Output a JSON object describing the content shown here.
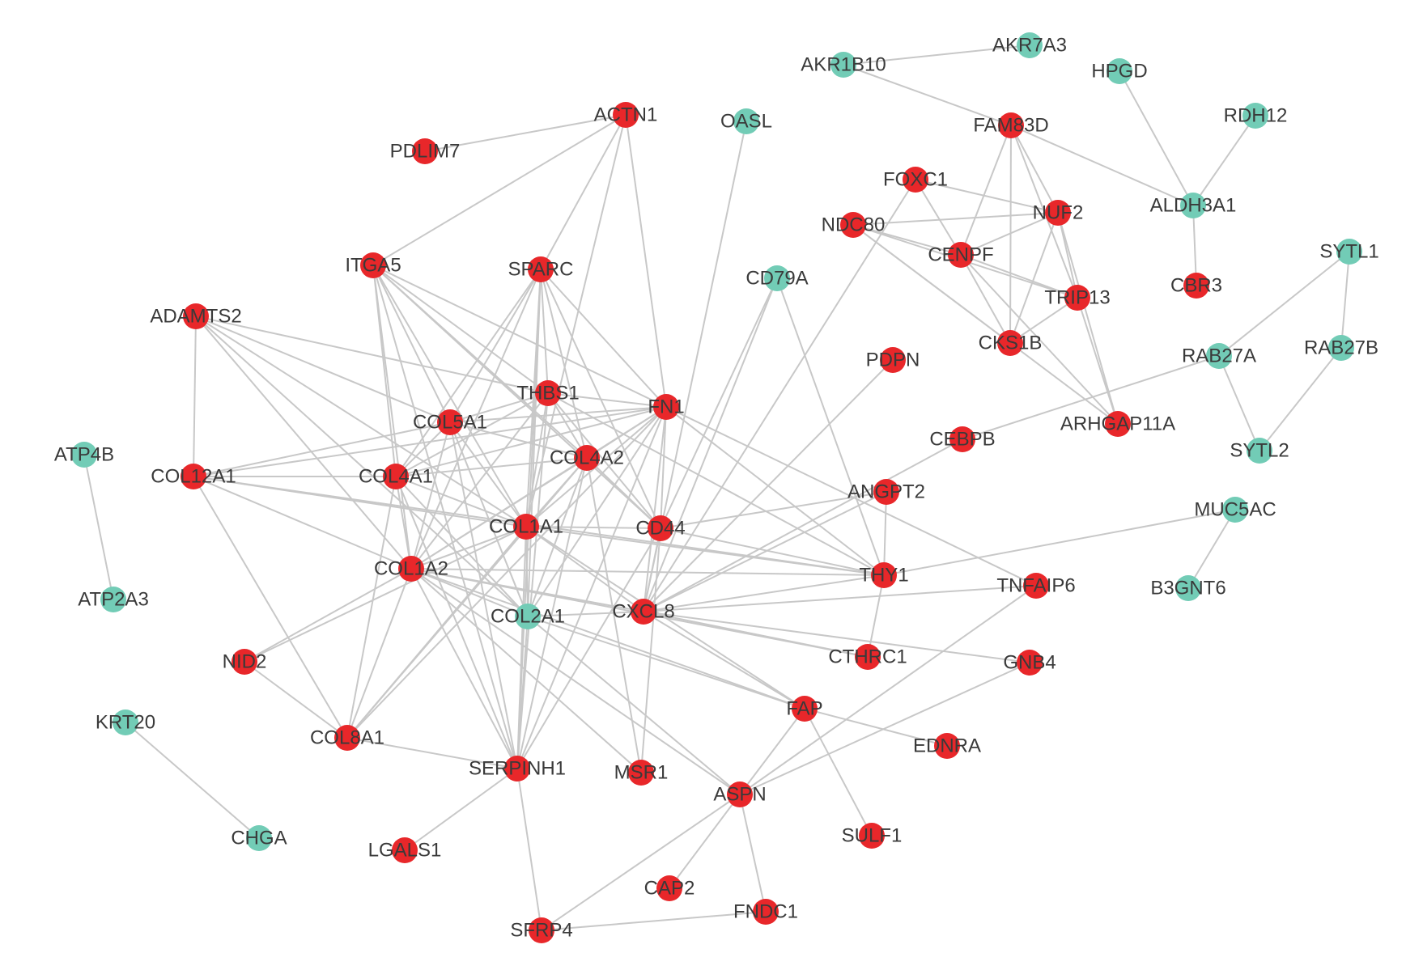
{
  "colors": {
    "up": "#e8272a",
    "down": "#72ccb6",
    "edge": "#c8c8c8",
    "label": "#3a3a3a"
  },
  "nodes": [
    {
      "id": "AKR1B10",
      "group": "down"
    },
    {
      "id": "AKR7A3",
      "group": "down"
    },
    {
      "id": "HPGD",
      "group": "down"
    },
    {
      "id": "RDH12",
      "group": "down"
    },
    {
      "id": "OASL",
      "group": "down"
    },
    {
      "id": "ALDH3A1",
      "group": "down"
    },
    {
      "id": "SYTL1",
      "group": "down"
    },
    {
      "id": "CD79A",
      "group": "down"
    },
    {
      "id": "RAB27A",
      "group": "down"
    },
    {
      "id": "RAB27B",
      "group": "down"
    },
    {
      "id": "SYTL2",
      "group": "down"
    },
    {
      "id": "ATP4B",
      "group": "down"
    },
    {
      "id": "ATP2A3",
      "group": "down"
    },
    {
      "id": "MUC5AC",
      "group": "down"
    },
    {
      "id": "B3GNT6",
      "group": "down"
    },
    {
      "id": "COL2A1",
      "group": "down"
    },
    {
      "id": "KRT20",
      "group": "down"
    },
    {
      "id": "CHGA",
      "group": "down"
    },
    {
      "id": "ACTN1",
      "group": "up"
    },
    {
      "id": "PDLIM7",
      "group": "up"
    },
    {
      "id": "FAM83D",
      "group": "up"
    },
    {
      "id": "FOXC1",
      "group": "up"
    },
    {
      "id": "NUF2",
      "group": "up"
    },
    {
      "id": "NDC80",
      "group": "up"
    },
    {
      "id": "CENPF",
      "group": "up"
    },
    {
      "id": "TRIP13",
      "group": "up"
    },
    {
      "id": "CBR3",
      "group": "up"
    },
    {
      "id": "ITGA5",
      "group": "up"
    },
    {
      "id": "SPARC",
      "group": "up"
    },
    {
      "id": "ADAMTS2",
      "group": "up"
    },
    {
      "id": "CKS1B",
      "group": "up"
    },
    {
      "id": "PDPN",
      "group": "up"
    },
    {
      "id": "THBS1",
      "group": "up"
    },
    {
      "id": "FN1",
      "group": "up"
    },
    {
      "id": "ARHGAP11A",
      "group": "up"
    },
    {
      "id": "COL5A1",
      "group": "up"
    },
    {
      "id": "CEBPB",
      "group": "up"
    },
    {
      "id": "COL12A1",
      "group": "up"
    },
    {
      "id": "COL4A1",
      "group": "up"
    },
    {
      "id": "COL4A2",
      "group": "up"
    },
    {
      "id": "ANGPT2",
      "group": "up"
    },
    {
      "id": "COL1A1",
      "group": "up"
    },
    {
      "id": "CD44",
      "group": "up"
    },
    {
      "id": "COL1A2",
      "group": "up"
    },
    {
      "id": "THY1",
      "group": "up"
    },
    {
      "id": "TNFAIP6",
      "group": "up"
    },
    {
      "id": "CXCL8",
      "group": "up"
    },
    {
      "id": "NID2",
      "group": "up"
    },
    {
      "id": "CTHRC1",
      "group": "up"
    },
    {
      "id": "GNB4",
      "group": "up"
    },
    {
      "id": "FAP",
      "group": "up"
    },
    {
      "id": "COL8A1",
      "group": "up"
    },
    {
      "id": "EDNRA",
      "group": "up"
    },
    {
      "id": "SERPINH1",
      "group": "up"
    },
    {
      "id": "MSR1",
      "group": "up"
    },
    {
      "id": "ASPN",
      "group": "up"
    },
    {
      "id": "SULF1",
      "group": "up"
    },
    {
      "id": "LGALS1",
      "group": "up"
    },
    {
      "id": "CAP2",
      "group": "up"
    },
    {
      "id": "FNDC1",
      "group": "up"
    },
    {
      "id": "SFRP4",
      "group": "up"
    }
  ],
  "edges": [
    [
      "AKR1B10",
      "AKR7A3"
    ],
    [
      "AKR1B10",
      "FAM83D"
    ],
    [
      "HPGD",
      "ALDH3A1"
    ],
    [
      "RDH12",
      "ALDH3A1"
    ],
    [
      "ALDH3A1",
      "CBR3"
    ],
    [
      "ALDH3A1",
      "FAM83D"
    ],
    [
      "SYTL1",
      "RAB27B"
    ],
    [
      "SYTL1",
      "RAB27A"
    ],
    [
      "RAB27A",
      "SYTL2"
    ],
    [
      "RAB27B",
      "SYTL2"
    ],
    [
      "RAB27A",
      "CEBPB"
    ],
    [
      "ATP4B",
      "ATP2A3"
    ],
    [
      "MUC5AC",
      "B3GNT6"
    ],
    [
      "MUC5AC",
      "THY1"
    ],
    [
      "KRT20",
      "CHGA"
    ],
    [
      "ACTN1",
      "PDLIM7"
    ],
    [
      "ACTN1",
      "ITGA5"
    ],
    [
      "ACTN1",
      "SPARC"
    ],
    [
      "ACTN1",
      "FN1"
    ],
    [
      "ACTN1",
      "COL1A1"
    ],
    [
      "OASL",
      "CXCL8"
    ],
    [
      "CD79A",
      "CXCL8"
    ],
    [
      "CD79A",
      "THY1"
    ],
    [
      "CD79A",
      "CD44"
    ],
    [
      "FAM83D",
      "NUF2"
    ],
    [
      "FAM83D",
      "CENPF"
    ],
    [
      "FAM83D",
      "TRIP13"
    ],
    [
      "FAM83D",
      "CKS1B"
    ],
    [
      "FOXC1",
      "NUF2"
    ],
    [
      "FOXC1",
      "CENPF"
    ],
    [
      "FOXC1",
      "CXCL8"
    ],
    [
      "NDC80",
      "NUF2"
    ],
    [
      "NDC80",
      "CENPF"
    ],
    [
      "NDC80",
      "TRIP13"
    ],
    [
      "NDC80",
      "CKS1B"
    ],
    [
      "NDC80",
      "ARHGAP11A"
    ],
    [
      "NUF2",
      "CENPF"
    ],
    [
      "NUF2",
      "TRIP13"
    ],
    [
      "NUF2",
      "CKS1B"
    ],
    [
      "NUF2",
      "ARHGAP11A"
    ],
    [
      "CENPF",
      "TRIP13"
    ],
    [
      "CENPF",
      "CKS1B"
    ],
    [
      "CENPF",
      "ARHGAP11A"
    ],
    [
      "TRIP13",
      "CKS1B"
    ],
    [
      "TRIP13",
      "ARHGAP11A"
    ],
    [
      "PDPN",
      "CXCL8"
    ],
    [
      "CEBPB",
      "CXCL8"
    ],
    [
      "ITGA5",
      "FN1"
    ],
    [
      "ITGA5",
      "COL1A1"
    ],
    [
      "ITGA5",
      "COL1A2"
    ],
    [
      "ITGA5",
      "COL4A1"
    ],
    [
      "ITGA5",
      "COL5A1"
    ],
    [
      "ITGA5",
      "THBS1"
    ],
    [
      "ITGA5",
      "CD44"
    ],
    [
      "ITGA5",
      "SERPINH1"
    ],
    [
      "ITGA5",
      "COL4A2"
    ],
    [
      "SPARC",
      "COL1A1"
    ],
    [
      "SPARC",
      "COL1A2"
    ],
    [
      "SPARC",
      "COL4A1"
    ],
    [
      "SPARC",
      "COL4A2"
    ],
    [
      "SPARC",
      "FN1"
    ],
    [
      "SPARC",
      "THBS1"
    ],
    [
      "SPARC",
      "COL5A1"
    ],
    [
      "SPARC",
      "SERPINH1"
    ],
    [
      "SPARC",
      "CD44"
    ],
    [
      "SPARC",
      "COL2A1"
    ],
    [
      "ADAMTS2",
      "COL1A1"
    ],
    [
      "ADAMTS2",
      "COL1A2"
    ],
    [
      "ADAMTS2",
      "COL5A1"
    ],
    [
      "ADAMTS2",
      "COL12A1"
    ],
    [
      "ADAMTS2",
      "THBS1"
    ],
    [
      "ADAMTS2",
      "COL2A1"
    ],
    [
      "THBS1",
      "FN1"
    ],
    [
      "THBS1",
      "COL1A1"
    ],
    [
      "THBS1",
      "CD44"
    ],
    [
      "THBS1",
      "COL4A2"
    ],
    [
      "THBS1",
      "COL5A1"
    ],
    [
      "THBS1",
      "COL1A2"
    ],
    [
      "THBS1",
      "SERPINH1"
    ],
    [
      "THBS1",
      "COL4A1"
    ],
    [
      "THBS1",
      "THY1"
    ],
    [
      "FN1",
      "COL1A1"
    ],
    [
      "FN1",
      "COL1A2"
    ],
    [
      "FN1",
      "COL4A1"
    ],
    [
      "FN1",
      "COL4A2"
    ],
    [
      "FN1",
      "COL5A1"
    ],
    [
      "FN1",
      "CD44"
    ],
    [
      "FN1",
      "CXCL8"
    ],
    [
      "FN1",
      "THY1"
    ],
    [
      "FN1",
      "TNFAIP6"
    ],
    [
      "FN1",
      "SERPINH1"
    ],
    [
      "FN1",
      "COL2A1"
    ],
    [
      "FN1",
      "COL12A1"
    ],
    [
      "FN1",
      "COL8A1"
    ],
    [
      "COL5A1",
      "COL1A1"
    ],
    [
      "COL5A1",
      "COL1A2"
    ],
    [
      "COL5A1",
      "COL4A1"
    ],
    [
      "COL5A1",
      "COL4A2"
    ],
    [
      "COL5A1",
      "COL12A1"
    ],
    [
      "COL5A1",
      "SERPINH1"
    ],
    [
      "COL5A1",
      "COL2A1"
    ],
    [
      "COL12A1",
      "COL1A1"
    ],
    [
      "COL12A1",
      "COL1A2"
    ],
    [
      "COL12A1",
      "COL4A1"
    ],
    [
      "COL12A1",
      "COL8A1"
    ],
    [
      "COL12A1",
      "THY1"
    ],
    [
      "COL4A1",
      "COL4A2"
    ],
    [
      "COL4A1",
      "COL1A1"
    ],
    [
      "COL4A1",
      "COL1A2"
    ],
    [
      "COL4A1",
      "SERPINH1"
    ],
    [
      "COL4A1",
      "COL8A1"
    ],
    [
      "COL4A1",
      "COL2A1"
    ],
    [
      "COL4A2",
      "COL1A1"
    ],
    [
      "COL4A2",
      "COL1A2"
    ],
    [
      "COL4A2",
      "SERPINH1"
    ],
    [
      "COL4A2",
      "COL8A1"
    ],
    [
      "COL4A2",
      "MSR1"
    ],
    [
      "COL4A2",
      "CD44"
    ],
    [
      "COL4A2",
      "COL2A1"
    ],
    [
      "COL1A1",
      "COL1A2"
    ],
    [
      "COL1A1",
      "COL2A1"
    ],
    [
      "COL1A1",
      "SERPINH1"
    ],
    [
      "COL1A1",
      "CD44"
    ],
    [
      "COL1A1",
      "THY1"
    ],
    [
      "COL1A1",
      "COL8A1"
    ],
    [
      "COL1A1",
      "FAP"
    ],
    [
      "COL1A1",
      "CXCL8"
    ],
    [
      "COL1A1",
      "NID2"
    ],
    [
      "COL1A2",
      "COL2A1"
    ],
    [
      "COL1A2",
      "SERPINH1"
    ],
    [
      "COL1A2",
      "CXCL8"
    ],
    [
      "COL1A2",
      "FAP"
    ],
    [
      "COL1A2",
      "COL8A1"
    ],
    [
      "COL1A2",
      "THY1"
    ],
    [
      "COL1A2",
      "MSR1"
    ],
    [
      "COL1A2",
      "ASPN"
    ],
    [
      "COL1A2",
      "NID2"
    ],
    [
      "COL1A2",
      "CTHRC1"
    ],
    [
      "COL2A1",
      "SERPINH1"
    ],
    [
      "COL2A1",
      "CXCL8"
    ],
    [
      "COL2A1",
      "FAP"
    ],
    [
      "COL2A1",
      "ASPN"
    ],
    [
      "CD44",
      "CXCL8"
    ],
    [
      "CD44",
      "ANGPT2"
    ],
    [
      "CD44",
      "THY1"
    ],
    [
      "CD44",
      "MSR1"
    ],
    [
      "CD44",
      "SERPINH1"
    ],
    [
      "ANGPT2",
      "CXCL8"
    ],
    [
      "ANGPT2",
      "THY1"
    ],
    [
      "THY1",
      "CXCL8"
    ],
    [
      "THY1",
      "CTHRC1"
    ],
    [
      "CXCL8",
      "TNFAIP6"
    ],
    [
      "CXCL8",
      "GNB4"
    ],
    [
      "CXCL8",
      "FAP"
    ],
    [
      "CXCL8",
      "CTHRC1"
    ],
    [
      "GNB4",
      "ASPN"
    ],
    [
      "FAP",
      "SULF1"
    ],
    [
      "FAP",
      "EDNRA"
    ],
    [
      "FAP",
      "ASPN"
    ],
    [
      "TNFAIP6",
      "ASPN"
    ],
    [
      "ASPN",
      "CAP2"
    ],
    [
      "ASPN",
      "FNDC1"
    ],
    [
      "ASPN",
      "SFRP4"
    ],
    [
      "SERPINH1",
      "LGALS1"
    ],
    [
      "SERPINH1",
      "SFRP4"
    ],
    [
      "SERPINH1",
      "COL8A1"
    ],
    [
      "FNDC1",
      "SFRP4"
    ],
    [
      "COL8A1",
      "NID2"
    ]
  ]
}
